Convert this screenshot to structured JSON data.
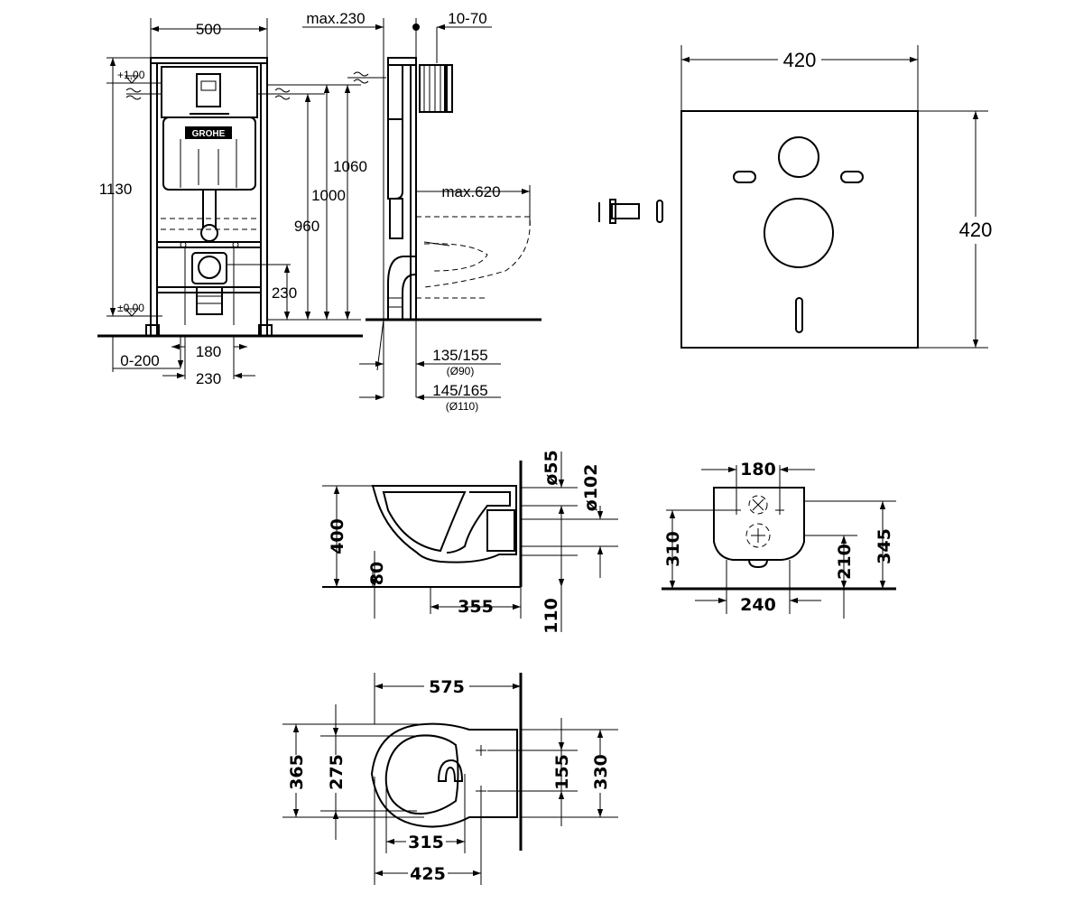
{
  "frame": {
    "width_500": "500",
    "max_230": "max.230",
    "range_10_70": "10-70",
    "h_1130": "1130",
    "plus_100": "+1,00",
    "zero": "±0,00",
    "h_1060": "1060",
    "h_1000": "1000",
    "h_960": "960",
    "h_230": "230",
    "max_620": "max.620",
    "d_0_200": "0-200",
    "d_180": "180",
    "d_230b": "230",
    "d_135_155": "135/155",
    "d_90": "(Ø90)",
    "d_145_165": "145/165",
    "d_110": "(Ø110)",
    "brand": "GROHE"
  },
  "panel": {
    "width_420": "420",
    "height_420": "420"
  },
  "bowl_side": {
    "h_400": "400",
    "h_80": "80",
    "w_355": "355",
    "h_110": "110",
    "d_55": "ø55",
    "d_102": "ø102"
  },
  "bowl_rear": {
    "w_180": "180",
    "h_310": "310",
    "h_210": "210",
    "h_345": "345",
    "w_240": "240"
  },
  "bowl_top": {
    "w_575": "575",
    "h_365": "365",
    "h_275": "275",
    "h_155": "155",
    "h_330": "330",
    "w_315": "315",
    "w_425": "425"
  }
}
